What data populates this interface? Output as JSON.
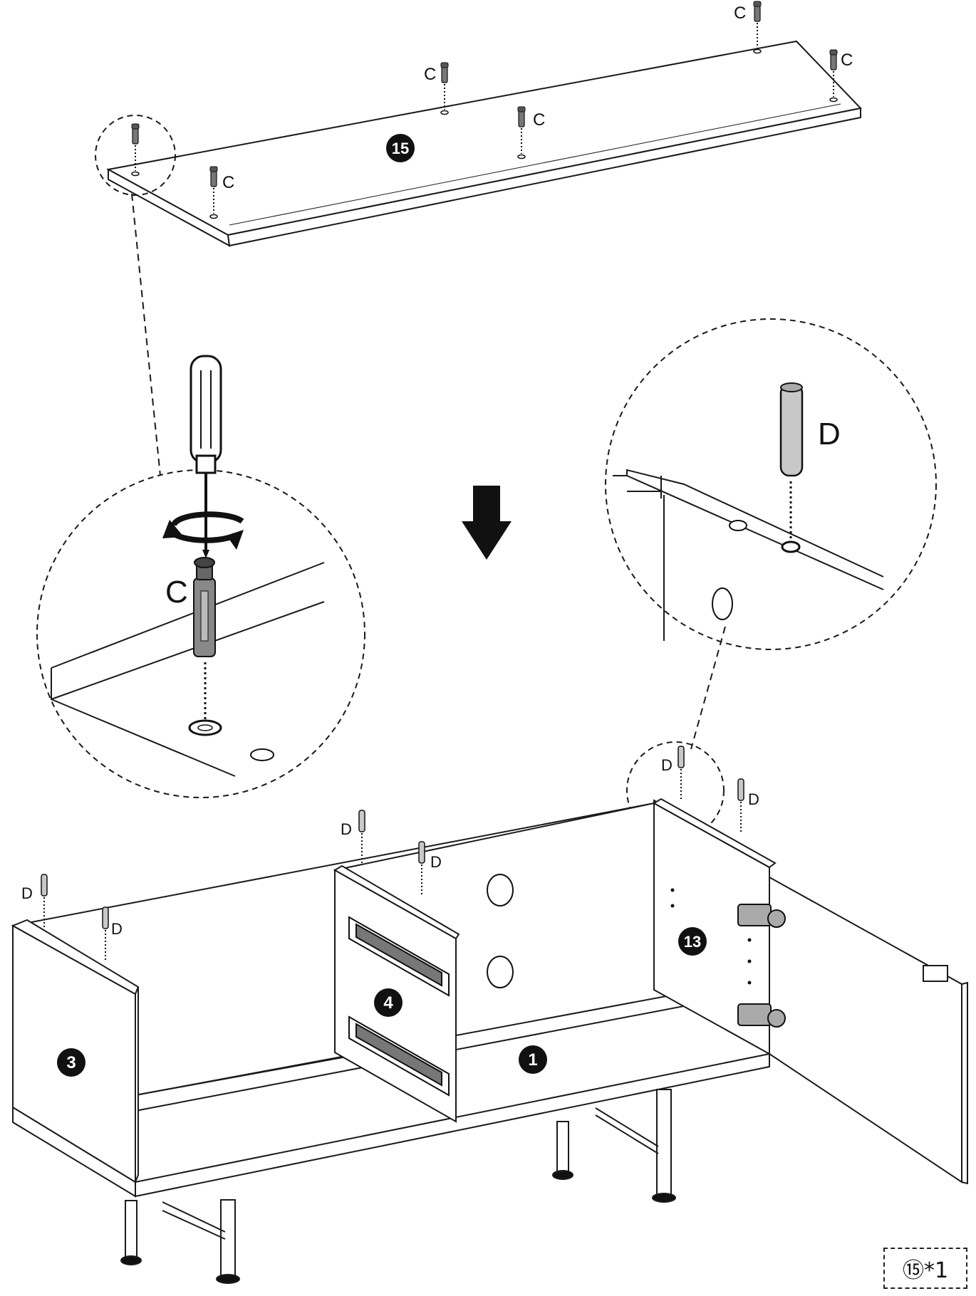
{
  "hardware": {
    "cam_bolt": "C",
    "dowel": "D"
  },
  "panels": {
    "top": "15",
    "bottom": "1",
    "side_left": "3",
    "divider": "4",
    "side_right": "13"
  },
  "quantity_label": "⑮*1",
  "colors": {
    "line": "#1a1a1a",
    "badge": "#111111",
    "dowel_fill": "#c8c8c8"
  },
  "icons": {
    "arrow": "down-arrow-icon",
    "tool": "screwdriver-icon",
    "rotate": "rotate-arrows-icon"
  }
}
